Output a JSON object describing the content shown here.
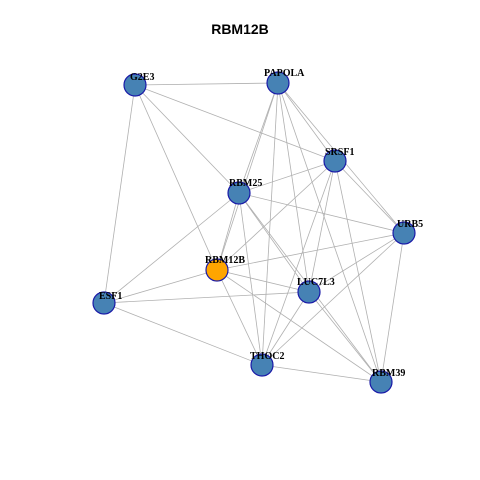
{
  "title": "RBM12B",
  "colors": {
    "node_default": "#4682b4",
    "node_focus": "#ffa500",
    "edge": "#b0b0b0",
    "node_border": "#1a1aa8"
  },
  "nodes": [
    {
      "id": "G2E3",
      "label": "G2E3",
      "focus": false
    },
    {
      "id": "PAPOLA",
      "label": "PAPOLA",
      "focus": false
    },
    {
      "id": "SRSF1",
      "label": "SRSF1",
      "focus": false
    },
    {
      "id": "RBM25",
      "label": "RBM25",
      "focus": false
    },
    {
      "id": "URB5",
      "label": "URB5",
      "focus": false
    },
    {
      "id": "RBM12B",
      "label": "RBM12B",
      "focus": true
    },
    {
      "id": "ESF1",
      "label": "ESF1",
      "focus": false
    },
    {
      "id": "LUC7L3",
      "label": "LUC7L3",
      "focus": false
    },
    {
      "id": "THOC2",
      "label": "THOC2",
      "focus": false
    },
    {
      "id": "RBM39",
      "label": "RBM39",
      "focus": false
    }
  ],
  "edges": [
    [
      "G2E3",
      "PAPOLA"
    ],
    [
      "G2E3",
      "RBM25"
    ],
    [
      "G2E3",
      "RBM12B"
    ],
    [
      "G2E3",
      "ESF1"
    ],
    [
      "PAPOLA",
      "SRSF1"
    ],
    [
      "PAPOLA",
      "URB5"
    ],
    [
      "PAPOLA",
      "RBM25"
    ],
    [
      "PAPOLA",
      "RBM12B"
    ],
    [
      "PAPOLA",
      "LUC7L3"
    ],
    [
      "PAPOLA",
      "THOC2"
    ],
    [
      "PAPOLA",
      "RBM39"
    ],
    [
      "G2E3",
      "SRSF1"
    ],
    [
      "SRSF1",
      "URB5"
    ],
    [
      "SRSF1",
      "RBM25"
    ],
    [
      "SRSF1",
      "RBM12B"
    ],
    [
      "SRSF1",
      "LUC7L3"
    ],
    [
      "SRSF1",
      "THOC2"
    ],
    [
      "SRSF1",
      "RBM39"
    ],
    [
      "RBM25",
      "URB5"
    ],
    [
      "RBM25",
      "RBM12B"
    ],
    [
      "RBM25",
      "ESF1"
    ],
    [
      "RBM25",
      "LUC7L3"
    ],
    [
      "RBM25",
      "THOC2"
    ],
    [
      "RBM25",
      "RBM39"
    ],
    [
      "URB5",
      "RBM12B"
    ],
    [
      "URB5",
      "LUC7L3"
    ],
    [
      "URB5",
      "THOC2"
    ],
    [
      "URB5",
      "RBM39"
    ],
    [
      "RBM12B",
      "ESF1"
    ],
    [
      "RBM12B",
      "LUC7L3"
    ],
    [
      "RBM12B",
      "THOC2"
    ],
    [
      "RBM12B",
      "RBM39"
    ],
    [
      "ESF1",
      "LUC7L3"
    ],
    [
      "ESF1",
      "THOC2"
    ],
    [
      "LUC7L3",
      "THOC2"
    ],
    [
      "LUC7L3",
      "RBM39"
    ],
    [
      "THOC2",
      "RBM39"
    ]
  ]
}
